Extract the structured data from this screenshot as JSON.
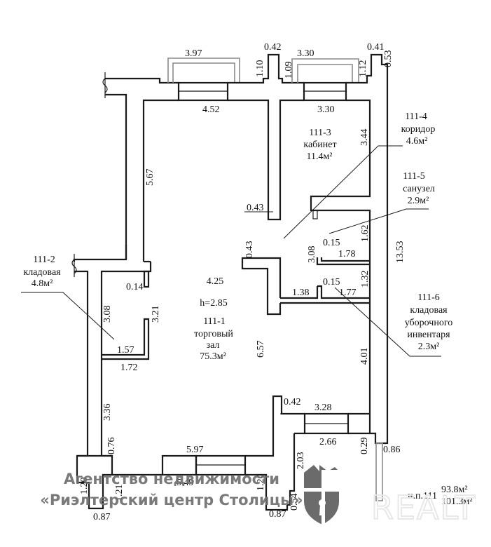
{
  "plan": {
    "rooms": [
      {
        "id": "111-1",
        "name": "торговый",
        "name2": "зал",
        "area": "75.3м²",
        "height": "h=2.85",
        "width": "4.25"
      },
      {
        "id": "111-2",
        "name": "кладовая",
        "area": "4.8м²"
      },
      {
        "id": "111-3",
        "name": "кабинет",
        "area": "11.4м²"
      },
      {
        "id": "111-4",
        "name": "коридор",
        "area": "4.6м²"
      },
      {
        "id": "111-5",
        "name": "санузел",
        "area": "2.9м²"
      },
      {
        "id": "111-6",
        "name": "кладовая",
        "name2": "уборочного",
        "name3": "инвентаря",
        "area": "2.3м²"
      }
    ],
    "dimensions": {
      "top_window_left": "3.97",
      "top_window_right": "3.30",
      "pilaster_top_mid": "0.42",
      "pilaster_top_right": "0.41",
      "ledge_left": "1.10",
      "ledge_mid": "1.09",
      "ledge_right": "1.12",
      "ledge_far_right": "0.53",
      "hall_top": "4.52",
      "office_top": "3.30",
      "office_side": "3.44",
      "hall_side": "5.67",
      "partition_stub": "0.43",
      "partition_stub2": "0.43",
      "wc_side": "1.62",
      "wall_015a": "0.15",
      "wc_width": "1.78",
      "corridor_len": "3.08",
      "wall_015b": "0.15",
      "store_top_left": "1.38",
      "store_top_right": "1.77",
      "store_side": "1.32",
      "total_right": "13.53",
      "right_lower": "4.01",
      "hall_mid": "6.57",
      "wall_014": "0.14",
      "storage_side": "3.08",
      "storage_depth": "3.21",
      "storage_inner": "1.57",
      "storage_outer": "1.72",
      "left_lower": "3.36",
      "left_stub": "0.76",
      "bottom_window": "5.97",
      "bottom_inner": "5.49",
      "bottom_left_a": "1.20",
      "bottom_left_b": "1.21",
      "bottom_left_w": "0.87",
      "bottom_right_a": "1.20",
      "bottom_right_w": "0.87",
      "entrance_stub": "0.42",
      "entrance_top": "3.28",
      "entrance_inner": "2.66",
      "entrance_side": "2.03",
      "entrance_small": "0.54",
      "right_step": "0.29",
      "right_corner": "0.86"
    },
    "summary": {
      "label": "и.п.111",
      "area_main": "93.8м²",
      "area_total": "101.3м²"
    }
  },
  "watermark": {
    "line1": "Агентство недвижимости",
    "line2": "«Риэлтерский центр Столицы»",
    "brand": "REALT"
  }
}
